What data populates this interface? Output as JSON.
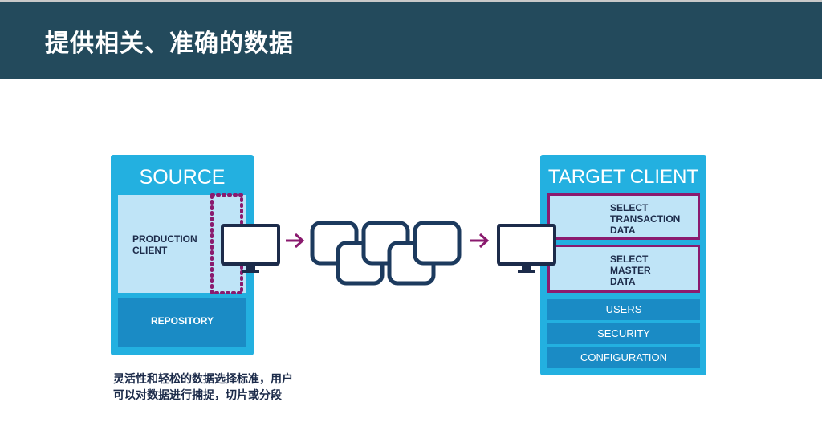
{
  "header": {
    "title": "提供相关、准确的数据"
  },
  "source": {
    "title": "SOURCE",
    "production_client": "PRODUCTION\nCLIENT",
    "repository": "REPOSITORY"
  },
  "target": {
    "title": "TARGET CLIENT",
    "select_transaction": "SELECT\nTRANSACTION\nDATA",
    "select_master": "SELECT\nMASTER\nDATA",
    "rows": [
      "USERS",
      "SECURITY",
      "CONFIGURATION"
    ]
  },
  "caption": {
    "line1": "灵活性和轻松的数据选择标准，用户",
    "line2": "可以对数据进行捕捉，切片或分段"
  },
  "icons": [
    "monitor-icon",
    "arrow-right-icon",
    "chain-links-icon"
  ],
  "colors": {
    "header_bg": "#234a5c",
    "panel_blue": "#23b0e0",
    "light_blue": "#bfe4f7",
    "dark_blue": "#1a8bc5",
    "navy": "#1c2b4a",
    "purple": "#8a1a6e"
  }
}
